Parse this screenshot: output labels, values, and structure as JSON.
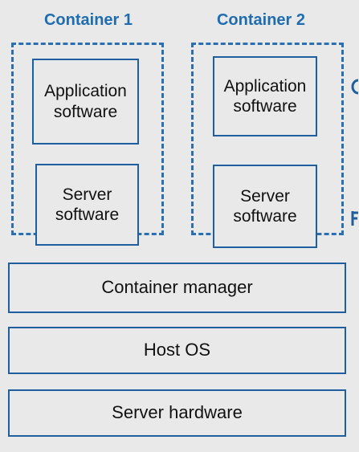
{
  "containers": [
    {
      "title": "Container 1",
      "app": "Application software",
      "server": "Server software"
    },
    {
      "title": "Container 2",
      "app": "Application software",
      "server": "Server software"
    }
  ],
  "layers": {
    "manager": "Container manager",
    "os": "Host OS",
    "hardware": "Server hardware"
  },
  "colors": {
    "accent": "#1f6db0",
    "border": "#1f5f9f",
    "background": "#e9e9e9"
  }
}
